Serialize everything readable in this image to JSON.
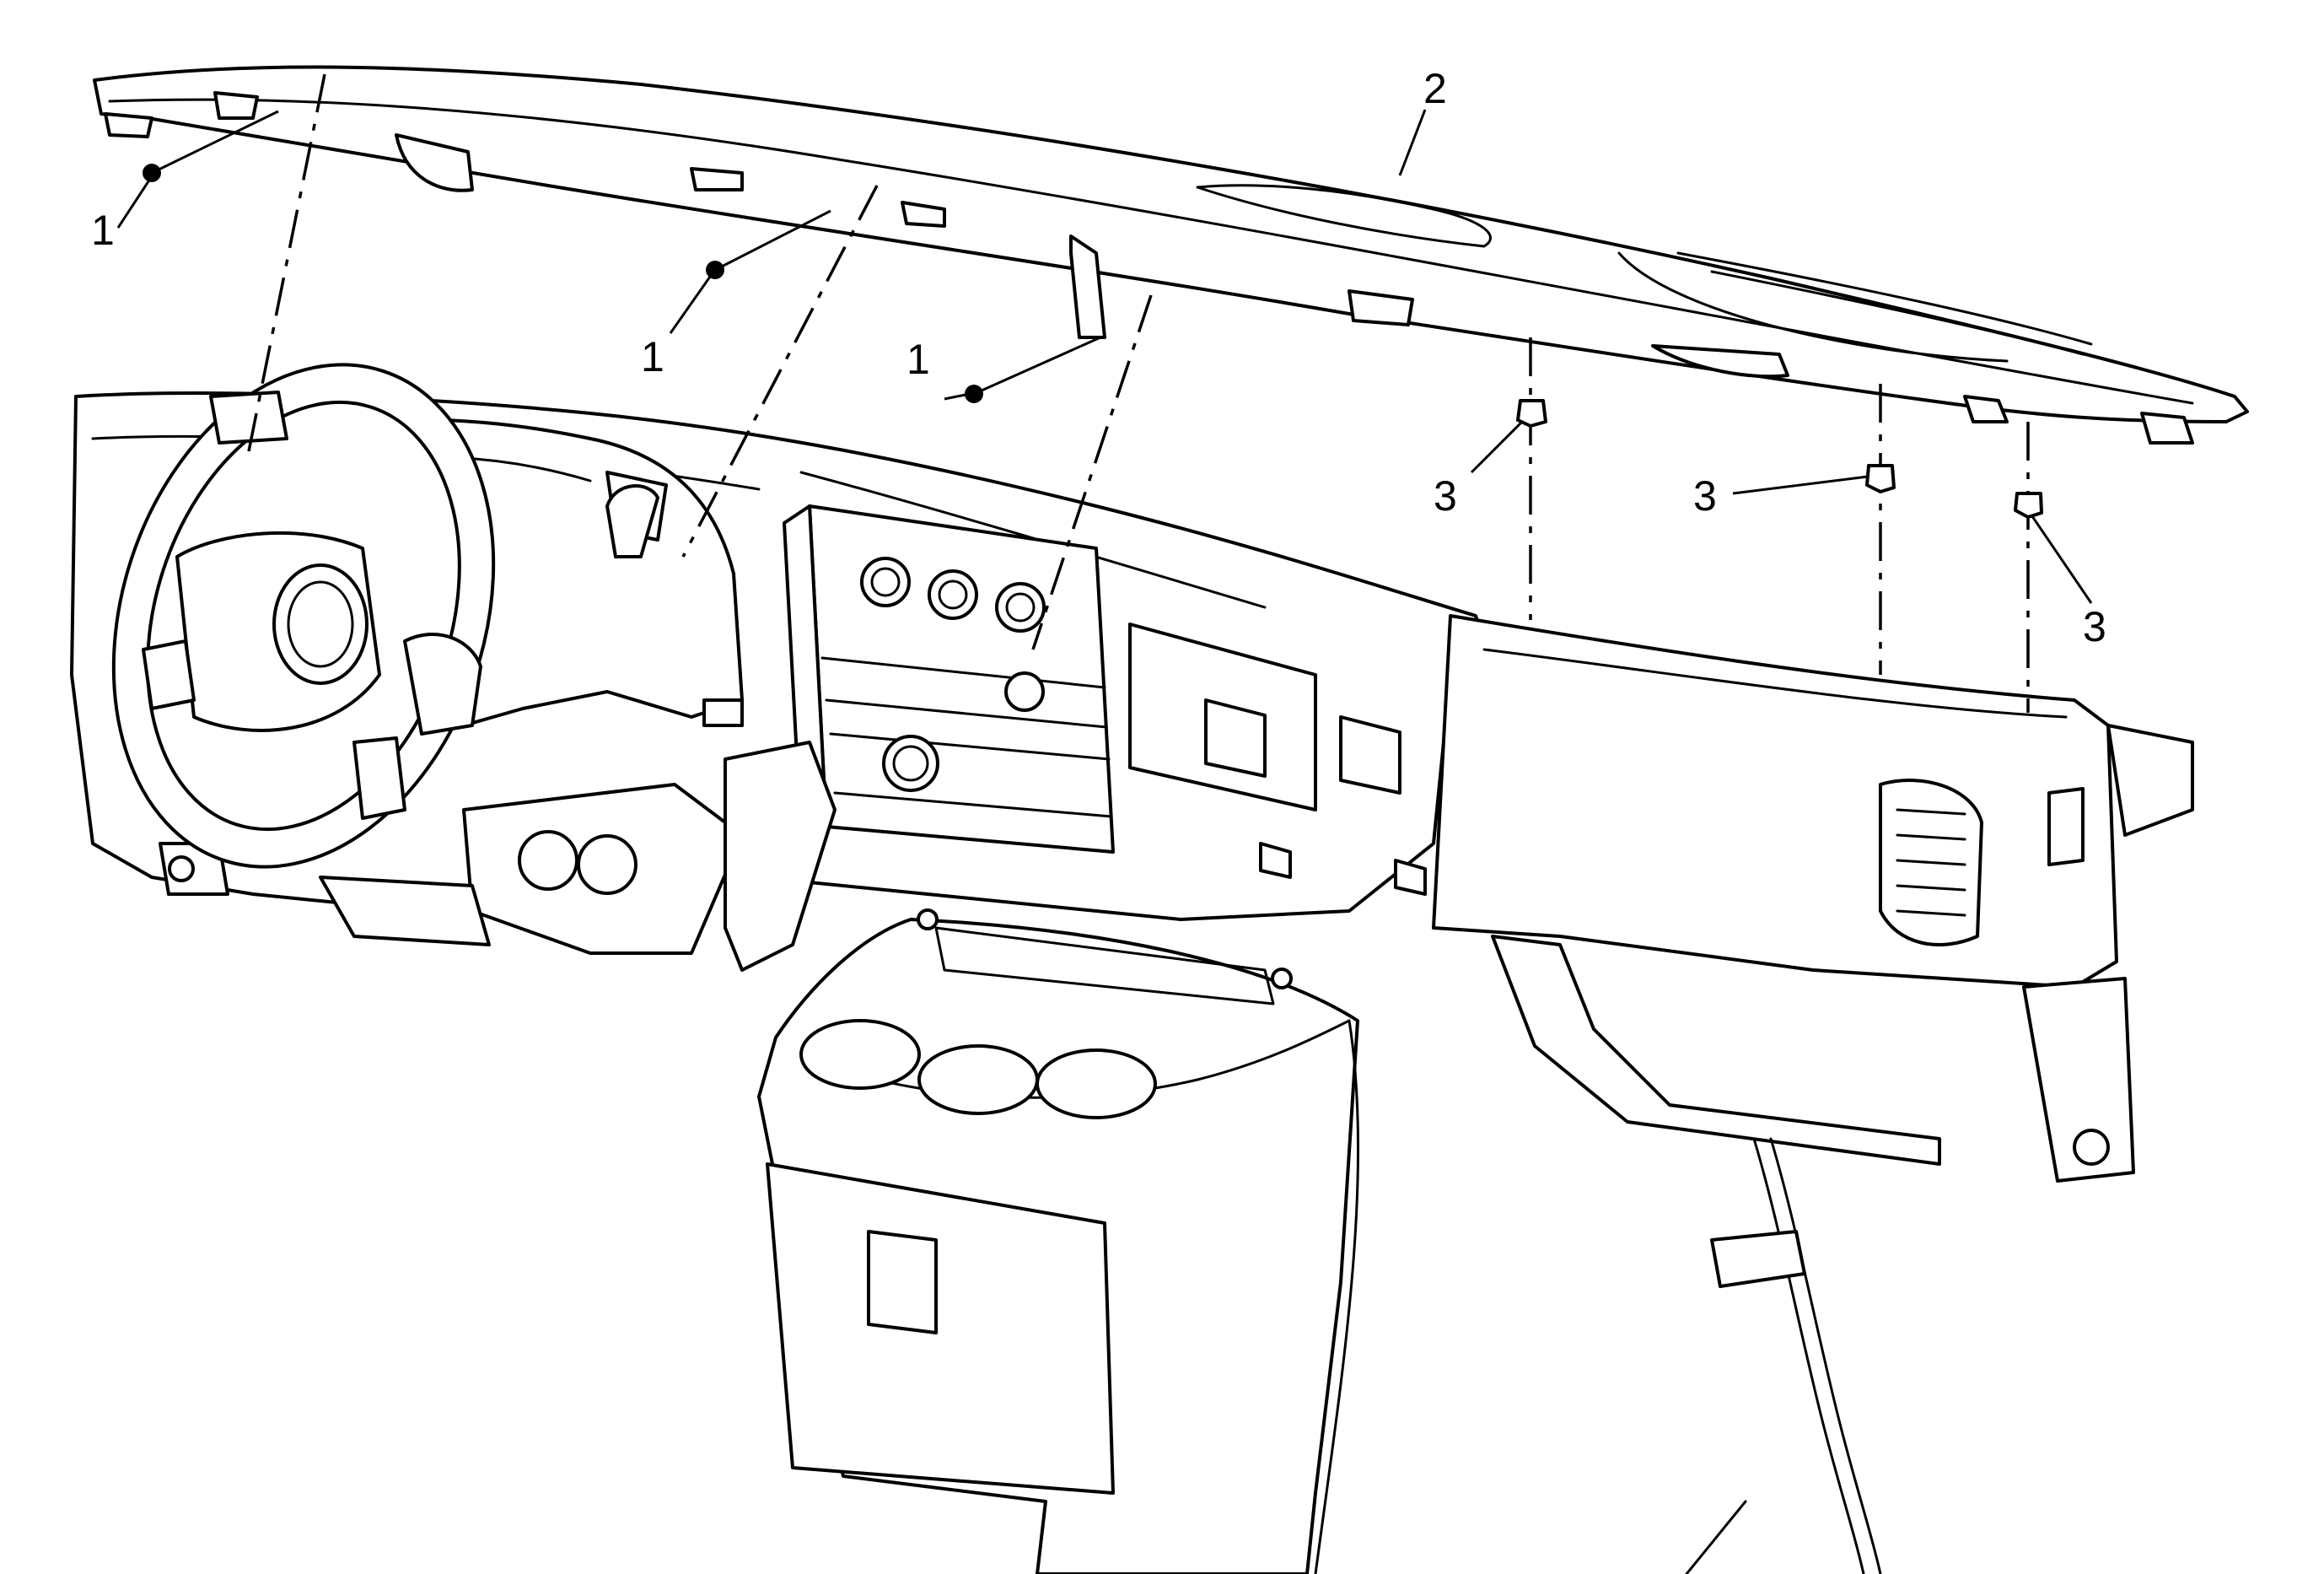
{
  "callouts": {
    "fastener_a": "1",
    "fastener_b": "1",
    "fastener_c": "1",
    "upper_trim_panel": "2",
    "clip_a": "3",
    "clip_b": "3",
    "clip_c": "3"
  }
}
